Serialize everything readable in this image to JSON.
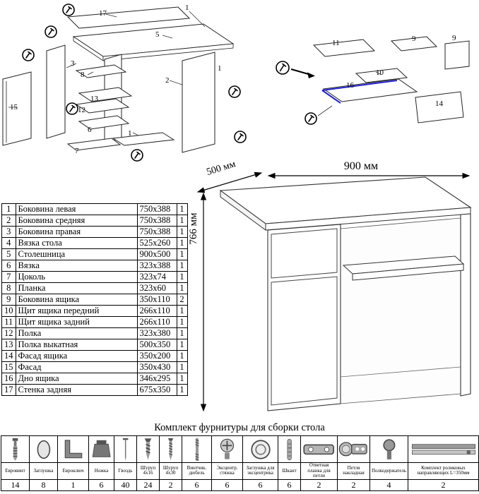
{
  "page": {
    "hardware_title": "Комплект фурнитуры для сборки стола"
  },
  "desk": {
    "width_label": "900 мм",
    "depth_label": "500 мм",
    "height_label": "766 мм"
  },
  "parts": {
    "rows": [
      {
        "num": "1",
        "name": "Боковина левая",
        "size": "750x388",
        "qty": "1"
      },
      {
        "num": "2",
        "name": "Боковина средняя",
        "size": "750x388",
        "qty": "1"
      },
      {
        "num": "3",
        "name": "Боковина правая",
        "size": "750x388",
        "qty": "1"
      },
      {
        "num": "4",
        "name": "Вязка стола",
        "size": "525x260",
        "qty": "1"
      },
      {
        "num": "5",
        "name": "Столешница",
        "size": "900x500",
        "qty": "1"
      },
      {
        "num": "6",
        "name": "Вязка",
        "size": "323x388",
        "qty": "1"
      },
      {
        "num": "7",
        "name": "Цоколь",
        "size": "323x74",
        "qty": "1"
      },
      {
        "num": "8",
        "name": "Планка",
        "size": "323x60",
        "qty": "1"
      },
      {
        "num": "9",
        "name": "Боковина ящика",
        "size": "350x110",
        "qty": "2"
      },
      {
        "num": "10",
        "name": "Щит ящика передний",
        "size": "266x110",
        "qty": "1"
      },
      {
        "num": "11",
        "name": "Щит ящика задний",
        "size": "266x110",
        "qty": "1"
      },
      {
        "num": "12",
        "name": "Полка",
        "size": "323x380",
        "qty": "1"
      },
      {
        "num": "13",
        "name": "Полка выкатная",
        "size": "500x350",
        "qty": "1"
      },
      {
        "num": "14",
        "name": "Фасад ящика",
        "size": "350x200",
        "qty": "1"
      },
      {
        "num": "15",
        "name": "Фасад",
        "size": "350x430",
        "qty": "1"
      },
      {
        "num": "16",
        "name": "Дно ящика",
        "size": "346x295",
        "qty": "1"
      },
      {
        "num": "17",
        "name": "Стенка задняя",
        "size": "675x350",
        "qty": "1"
      }
    ]
  },
  "hardware": {
    "items": [
      {
        "icon": "euro-screw-icon",
        "name": "Евровинт",
        "qty": "14"
      },
      {
        "icon": "cap-plug-icon",
        "name": "Заглушка",
        "qty": "8"
      },
      {
        "icon": "hex-key-icon",
        "name": "Евроключ",
        "qty": "1"
      },
      {
        "icon": "leg-icon",
        "name": "Ножка",
        "qty": "6"
      },
      {
        "icon": "nail-icon",
        "name": "Гвоздь",
        "qty": "40"
      },
      {
        "icon": "screw-16-icon",
        "name": "Шуруп 4x16",
        "qty": "24"
      },
      {
        "icon": "screw-30-icon",
        "name": "Шуруп 4x30",
        "qty": "2"
      },
      {
        "icon": "dowel-screw-icon",
        "name": "Винтчик. дюбель",
        "qty": "6"
      },
      {
        "icon": "cam-lock-icon",
        "name": "Эксцентр. стяжка",
        "qty": "6"
      },
      {
        "icon": "cam-cap-icon",
        "name": "Заглушка для эксцентрика",
        "qty": "6"
      },
      {
        "icon": "dowel-icon",
        "name": "Шкант",
        "qty": "6"
      },
      {
        "icon": "hinge-plate-icon",
        "name": "Ответная планка для петли",
        "qty": "2"
      },
      {
        "icon": "hinge-icon",
        "name": "Петля накладная",
        "qty": "2"
      },
      {
        "icon": "shelf-pin-icon",
        "name": "Полкодержатель",
        "qty": "4"
      },
      {
        "icon": "drawer-slides-icon",
        "name": "Комплект роликовых направляющих L=350мм",
        "qty": "2"
      }
    ]
  },
  "exploded_main": {
    "labels": [
      "17",
      "5",
      "1",
      "3",
      "8",
      "13",
      "2",
      "12",
      "6",
      "1",
      "7",
      "15",
      "1"
    ]
  },
  "exploded_drawer": {
    "labels": [
      "11",
      "9",
      "9",
      "10",
      "16",
      "14"
    ]
  }
}
